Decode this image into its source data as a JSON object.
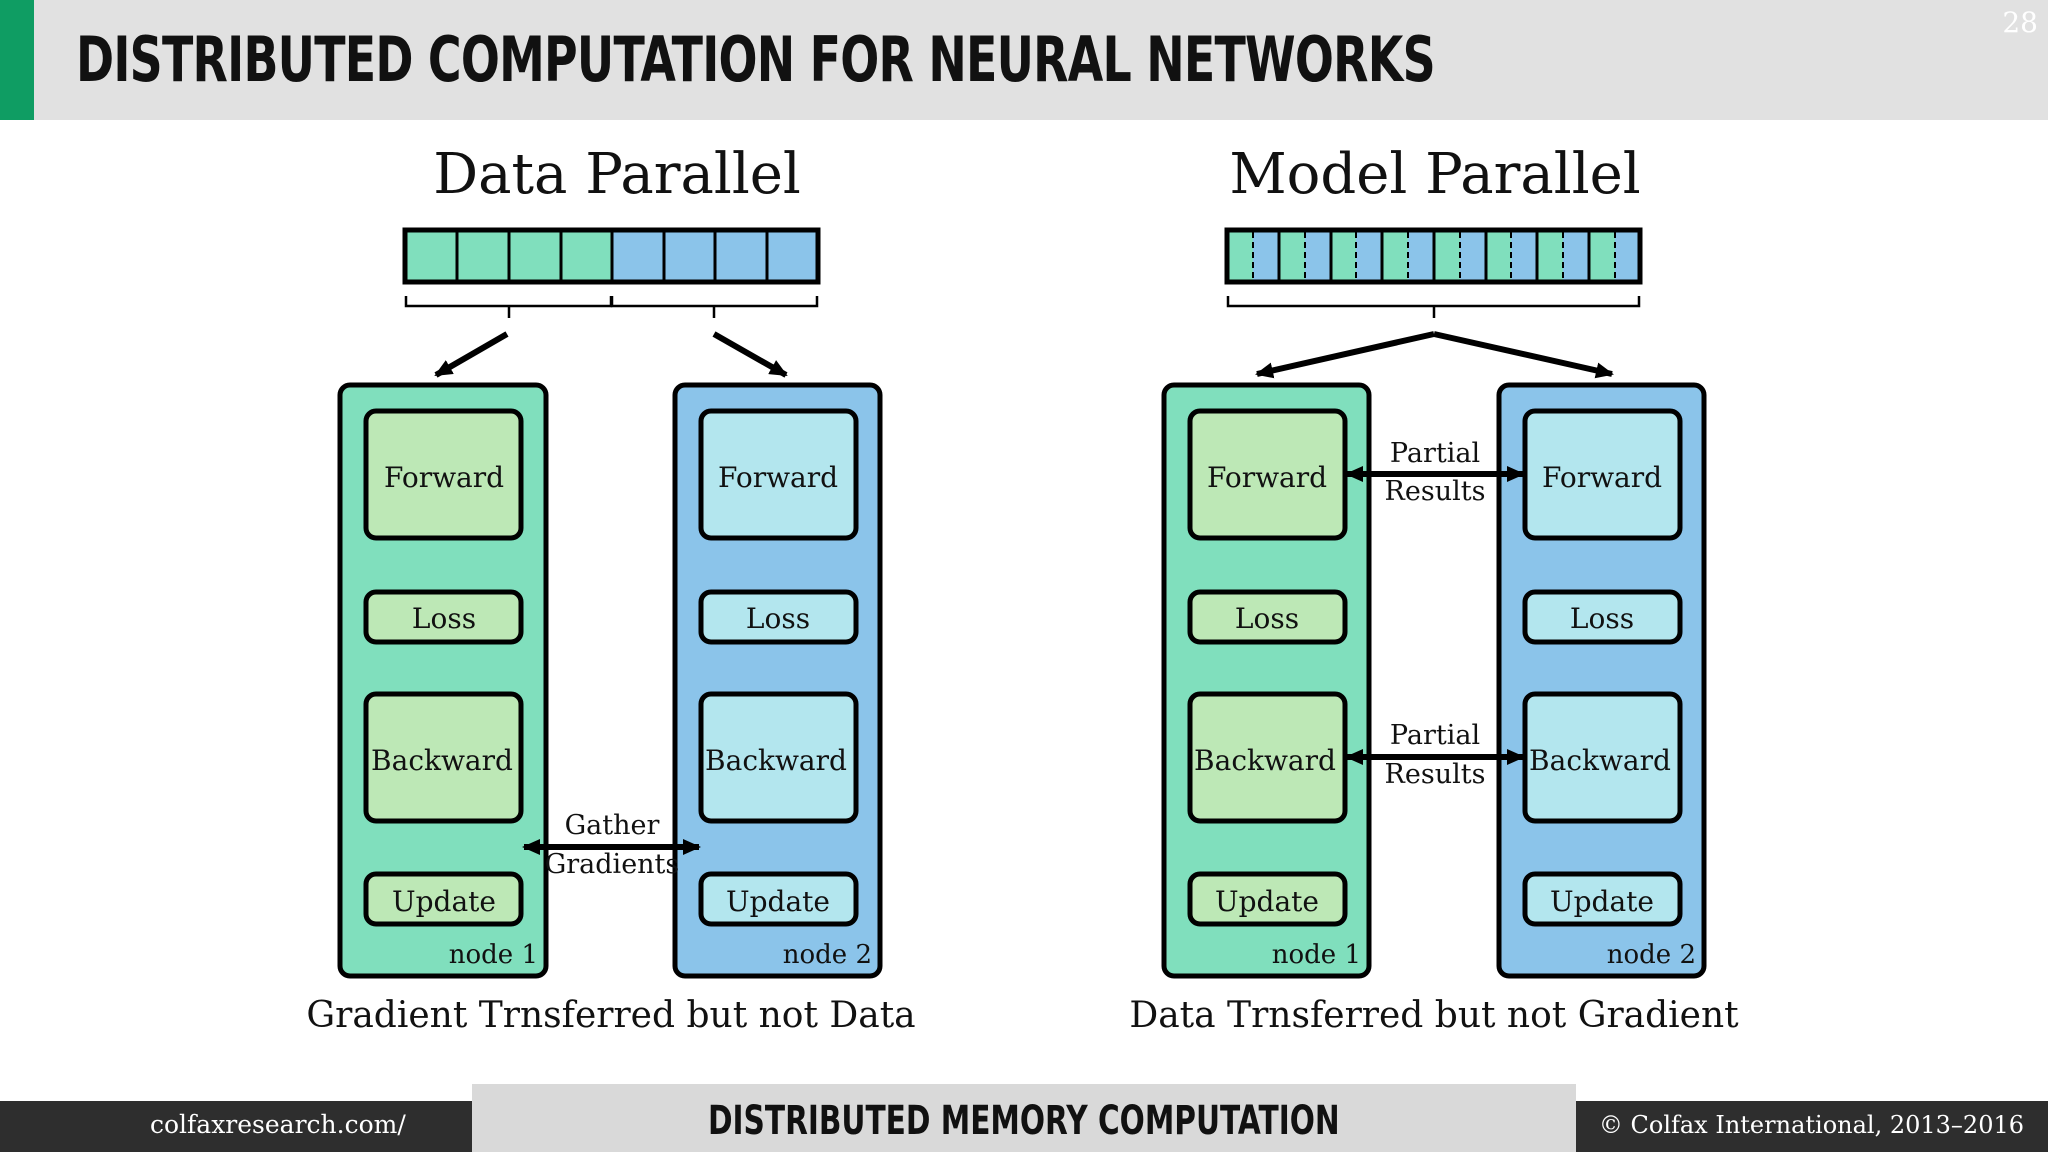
{
  "slide": {
    "title": "DISTRIBUTED COMPUTATION FOR NEURAL NETWORKS",
    "page_number": "28"
  },
  "data_parallel": {
    "heading": "Data Parallel",
    "node1": {
      "forward": "Forward",
      "loss": "Loss",
      "backward": "Backward",
      "update": "Update",
      "label": "node 1"
    },
    "node2": {
      "forward": "Forward",
      "loss": "Loss",
      "backward": "Backward",
      "update": "Update",
      "label": "node 2"
    },
    "exchange_line1": "Gather",
    "exchange_line2": "Gradients",
    "caption": "Gradient Trnsferred but not Data"
  },
  "model_parallel": {
    "heading": "Model Parallel",
    "node1": {
      "forward": "Forward",
      "loss": "Loss",
      "backward": "Backward",
      "update": "Update",
      "label": "node 1"
    },
    "node2": {
      "forward": "Forward",
      "loss": "Loss",
      "backward": "Backward",
      "update": "Update",
      "label": "node 2"
    },
    "forward_exchange_line1": "Partial",
    "forward_exchange_line2": "Results",
    "backward_exchange_line1": "Partial",
    "backward_exchange_line2": "Results",
    "caption": "Data Trnsferred but not Gradient"
  },
  "footer": {
    "url": "colfaxresearch.com/",
    "section": "DISTRIBUTED MEMORY COMPUTATION",
    "copyright": "© Colfax International, 2013–2016"
  },
  "colors": {
    "accent": "#0f9d63",
    "node1_fill": "#80dfbd",
    "node2_fill": "#8bc4ea",
    "step1_fill": "#bde8b6",
    "step2_fill": "#b3e6ee",
    "data_green": "#80dfbd",
    "data_blue": "#8bc4ea"
  }
}
